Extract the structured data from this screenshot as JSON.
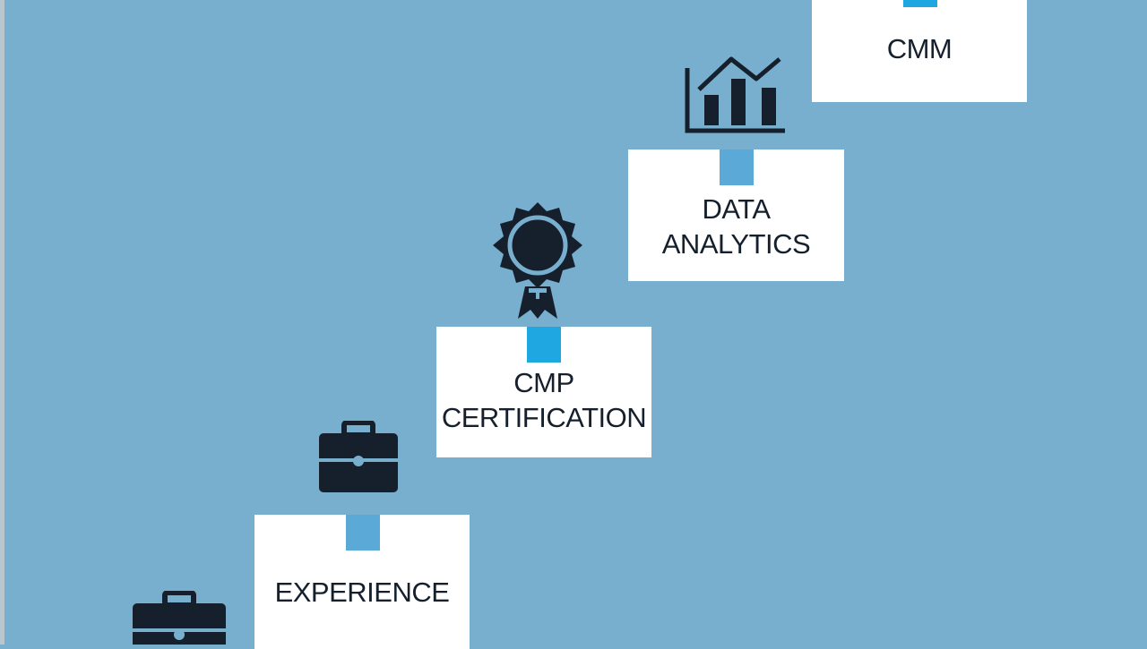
{
  "steps": [
    {
      "label": "EXPERIENCE",
      "icon": "briefcase-icon"
    },
    {
      "label": "CMP\nCERTIFICATION",
      "icon": "award-ribbon-icon"
    },
    {
      "label": "DATA\nANALYTICS",
      "icon": "bar-chart-trend-icon"
    },
    {
      "label": "CMM",
      "icon": "none"
    }
  ],
  "start_icon": "briefcase-icon",
  "colors": {
    "background": "#78afcf",
    "box": "#ffffff",
    "tab_bright": "#1ea7e1",
    "tab_soft": "#5aa9d6",
    "icon": "#15202c",
    "text": "#15202c"
  }
}
